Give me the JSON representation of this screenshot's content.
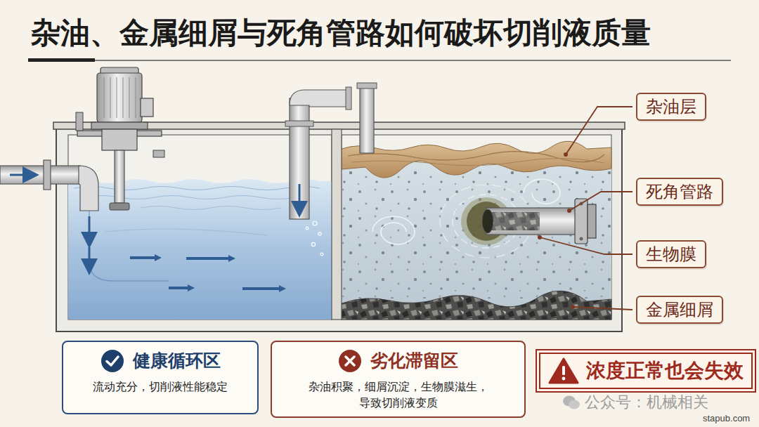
{
  "diagram": {
    "title": "杂油、金属细屑与死角管路如何破坏切削液质量",
    "nodes": [
      {
        "text": [
          "杂油层"
        ]
      },
      {
        "text": [
          "死角管路"
        ]
      },
      {
        "text": [
          "生物膜"
        ]
      },
      {
        "text": [
          "金属细屑"
        ]
      },
      {
        "text": [
          "健康循环区",
          "流动充分，切削液性能稳定"
        ]
      },
      {
        "text": [
          "劣化滞留区",
          "杂油积聚，细屑沉淀，生物膜滋生，导致切削液变质"
        ]
      },
      {
        "text": [
          "浓度正常也会失效"
        ]
      }
    ],
    "labels": [
      "公众号：机械相关",
      "stapub.com"
    ]
  }
}
